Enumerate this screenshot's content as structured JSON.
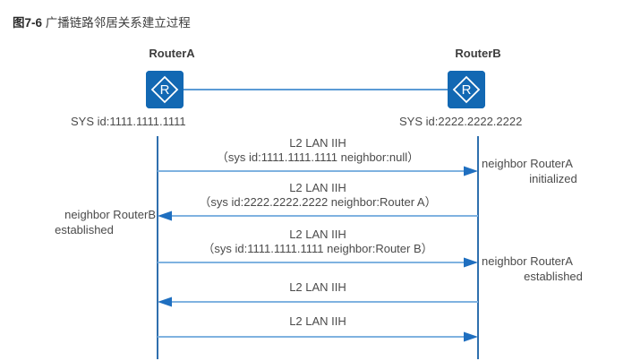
{
  "figure": {
    "number": "图7-6",
    "title": " 广播链路邻居关系建立过程"
  },
  "nodes": {
    "left": {
      "name": "RouterA",
      "sysid": "SYS id:1111.1111.1111",
      "icon": "router-icon",
      "glyph": "R"
    },
    "right": {
      "name": "RouterB",
      "sysid": "SYS id:2222.2222.2222",
      "icon": "router-icon",
      "glyph": "R"
    }
  },
  "messages": [
    {
      "line1": "L2 LAN IIH",
      "line2": "（sys id:1111.1111.1111 neighbor:null）",
      "direction": "right"
    },
    {
      "line1": "L2 LAN IIH",
      "line2": "（sys id:2222.2222.2222 neighbor:Router A）",
      "direction": "left"
    },
    {
      "line1": "L2 LAN IIH",
      "line2": "（sys id:1111.1111.1111 neighbor:Router B）",
      "direction": "right"
    },
    {
      "line1": "L2 LAN IIH",
      "line2": "",
      "direction": "left"
    },
    {
      "line1": "L2 LAN IIH",
      "line2": "",
      "direction": "right"
    }
  ],
  "notes": {
    "right_initialized": {
      "line1": "neighbor RouterA",
      "line2": "initialized"
    },
    "left_established": {
      "line1": "neighbor RouterB",
      "line2": "established"
    },
    "right_established": {
      "line1": "neighbor RouterA",
      "line2": "established"
    }
  },
  "colors": {
    "router_blue": "#1268b3",
    "lifeline_blue": "#2f6fae",
    "arrow_line": "#7fb2e0",
    "arrow_head": "#1f6fc0",
    "link_line": "#5b9bd5",
    "text": "#4b4b4b"
  }
}
